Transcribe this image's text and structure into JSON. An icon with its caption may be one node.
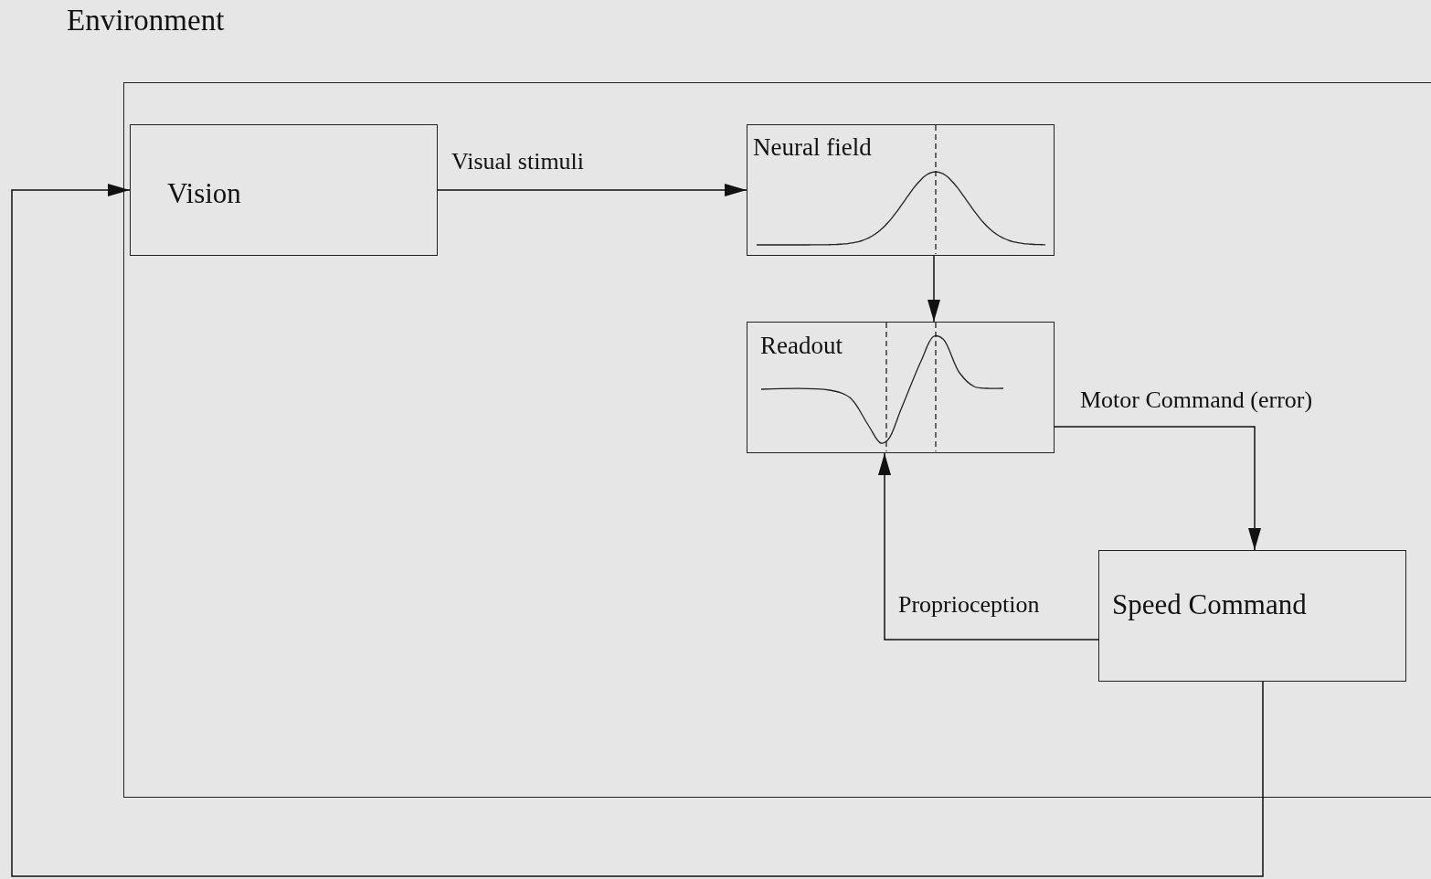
{
  "diagram": {
    "nodes": [
      {
        "text": [
          "Environment"
        ]
      },
      {
        "text": [],
        "shape": "box",
        "in": 0
      },
      {
        "text": [
          "Vision"
        ],
        "in": 1
      },
      {
        "text": [
          "Neural field"
        ],
        "in": 1
      },
      {
        "text": [
          "Readout"
        ],
        "in": 1
      },
      {
        "text": [
          "Speed Command"
        ],
        "in": 1
      }
    ],
    "edges": [
      {
        "from": 2,
        "to": 3,
        "arrow": "to",
        "label": "Visual stimuli"
      },
      {
        "from": 3,
        "to": 4,
        "arrow": "to"
      },
      {
        "from": 4,
        "to": 5,
        "arrow": "to",
        "label": "Motor Command (error)"
      },
      {
        "from": 5,
        "to": 4,
        "arrow": "to",
        "label": "Proprioception"
      },
      {
        "from": 5,
        "to": 2,
        "arrow": "to"
      }
    ]
  }
}
